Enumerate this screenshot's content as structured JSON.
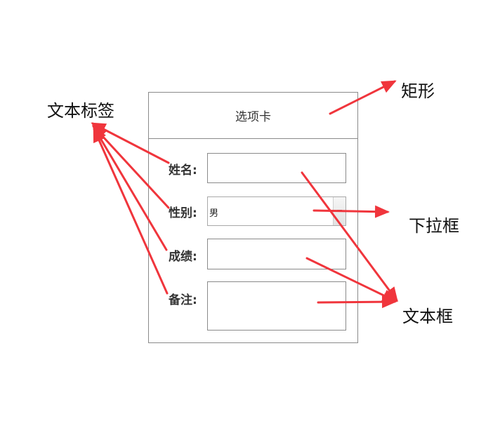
{
  "form": {
    "header": "选项卡",
    "fields": [
      {
        "label": "姓名:"
      },
      {
        "label": "性别:",
        "value": "男"
      },
      {
        "label": "成绩:"
      },
      {
        "label": "备注:"
      }
    ]
  },
  "annotations": {
    "rectangle": "矩形",
    "text_label": "文本标签",
    "dropdown": "下拉框",
    "text_box": "文本框"
  },
  "colors": {
    "arrow": "#f0353c",
    "border": "#8a8a8a"
  }
}
